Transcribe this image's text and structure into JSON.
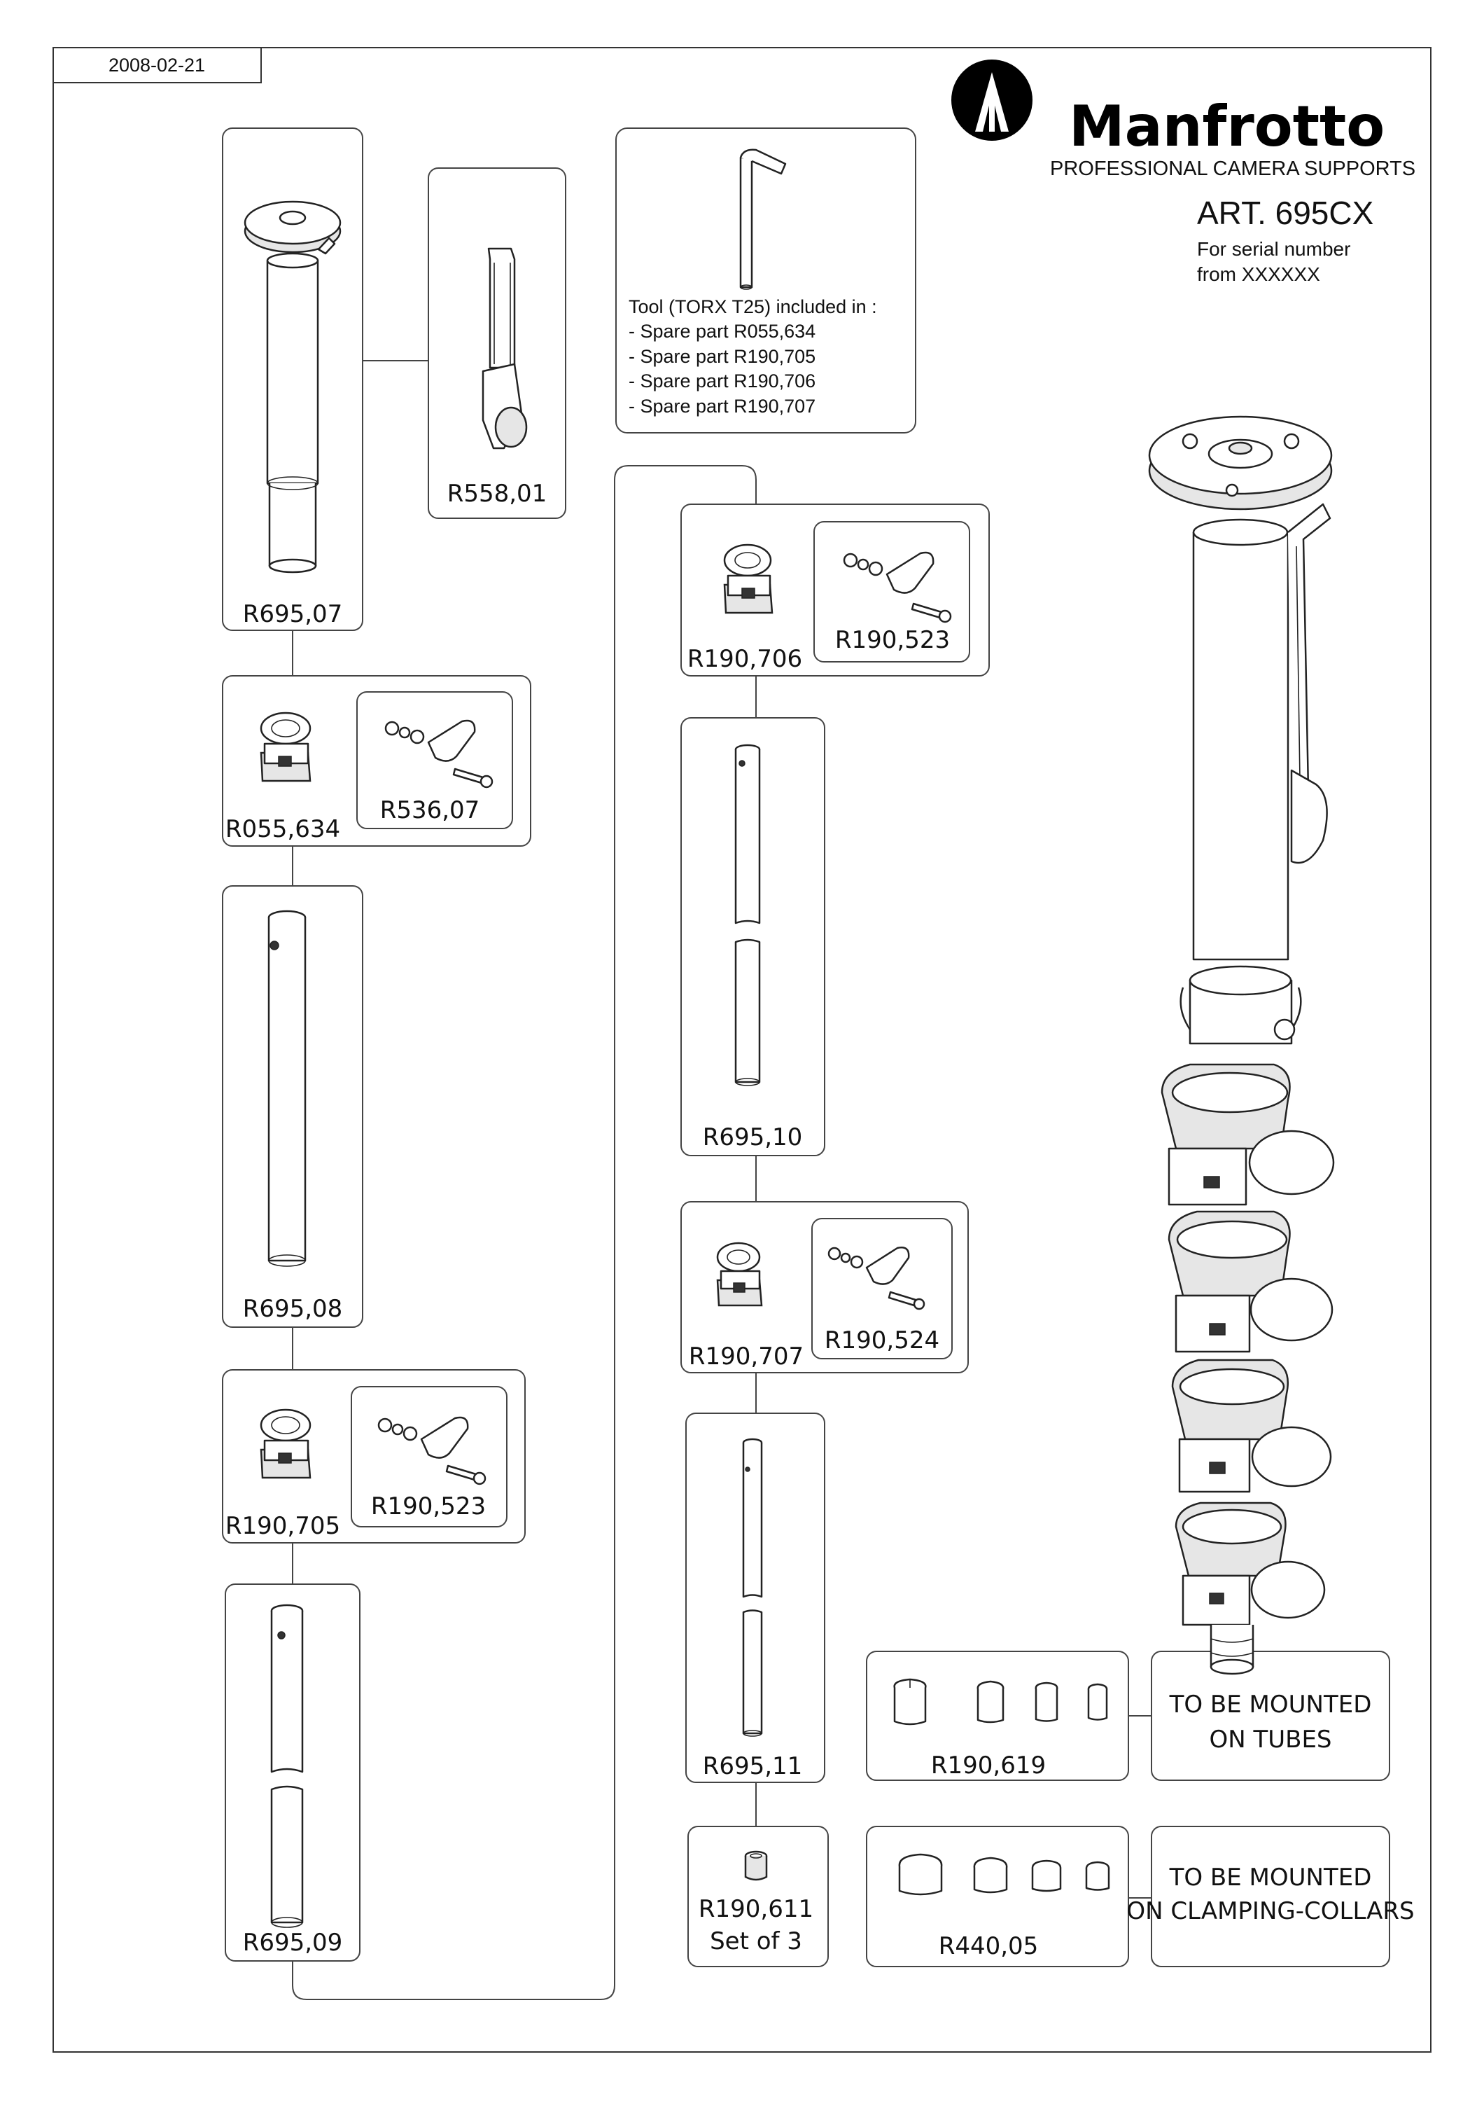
{
  "header": {
    "date": "2008-02-21",
    "brand": "Manfrotto",
    "tagline": "PROFESSIONAL CAMERA SUPPORTS",
    "article": "ART. 695CX",
    "serial_line1": "For serial number",
    "serial_line2": "from XXXXXX"
  },
  "tool_note": {
    "title": "Tool (TORX T25) included in :",
    "lines": [
      "- Spare part R055,634",
      "- Spare part R190,705",
      "- Spare part R190,706",
      "- Spare part R190,707"
    ]
  },
  "parts": {
    "r695_07": "R695,07",
    "r558_01": "R558,01",
    "r055_634": "R055,634",
    "r536_07": "R536,07",
    "r695_08": "R695,08",
    "r190_705": "R190,705",
    "r190_523_a": "R190,523",
    "r695_09": "R695,09",
    "r190_706": "R190,706",
    "r190_523_b": "R190,523",
    "r695_10": "R695,10",
    "r190_707": "R190,707",
    "r190_524": "R190,524",
    "r695_11": "R695,11",
    "r190_611": "R190,611",
    "r190_611_qty": "Set of 3",
    "r190_619": "R190,619",
    "r440_05": "R440,05"
  },
  "notes": {
    "tubes_line1": "TO BE MOUNTED",
    "tubes_line2": "ON TUBES",
    "collars_line1": "TO BE MOUNTED",
    "collars_line2": "ON CLAMPING-COLLARS"
  }
}
